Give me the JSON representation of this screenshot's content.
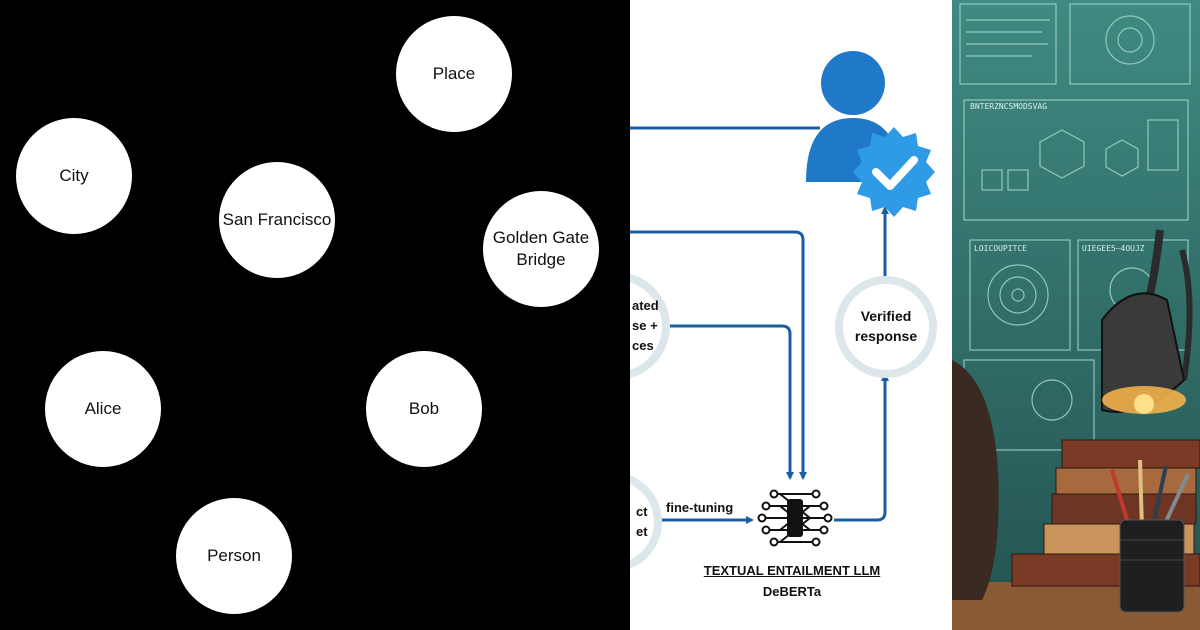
{
  "graph": {
    "nodes": [
      {
        "id": "place",
        "label": "Place"
      },
      {
        "id": "city",
        "label": "City"
      },
      {
        "id": "sf",
        "label": "San Francisco"
      },
      {
        "id": "ggb",
        "label": "Golden Gate\nBridge"
      },
      {
        "id": "alice",
        "label": "Alice"
      },
      {
        "id": "bob",
        "label": "Bob"
      },
      {
        "id": "person",
        "label": "Person"
      }
    ]
  },
  "flow": {
    "verified_response": "Verified\nresponse",
    "generated_response_fragment": "ated\nse +\nces",
    "dataset_fragment": "ct\net",
    "fine_tuning": "fine-tuning",
    "llm_title": "TEXTUAL ENTAILMENT LLM",
    "llm_name": "DeBERTa",
    "colors": {
      "arrow": "#1a5fa0",
      "user": "#1f78c8",
      "badge": "#2f9be6",
      "circle": "#dbe7ea"
    }
  },
  "art": {
    "panel_labels": [
      "BNTERZNCSMODSVAG",
      "LOICOUPITCE",
      "UIEGEE5–4OUJZ"
    ],
    "icons": [
      "desk-lamp-icon",
      "book-stack-icon",
      "pencil-cup-icon",
      "dashboard-screen"
    ]
  }
}
